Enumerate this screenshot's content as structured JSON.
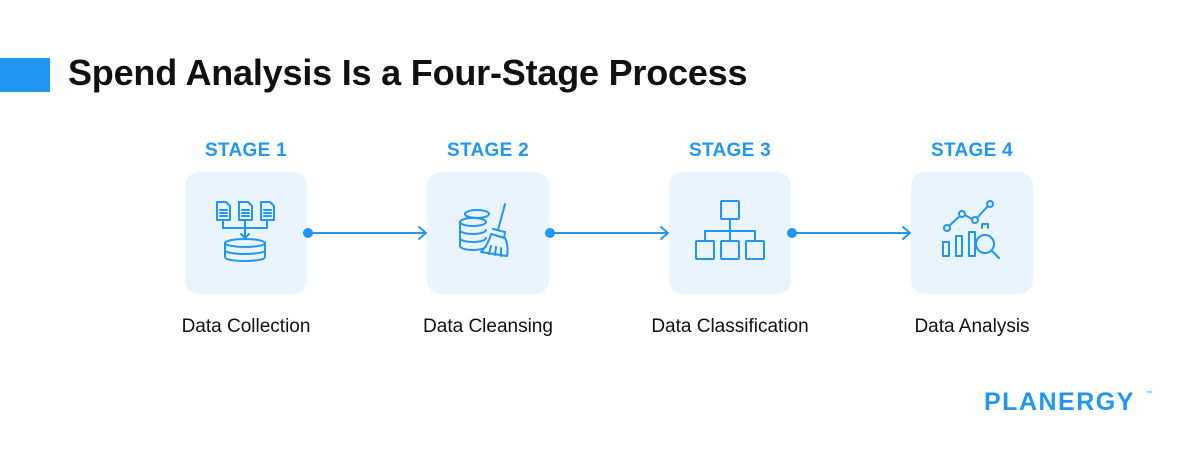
{
  "title": "Spend Analysis Is a Four-Stage Process",
  "stages": [
    {
      "label": "STAGE 1",
      "name": "Data Collection",
      "icon": "documents-database-icon"
    },
    {
      "label": "STAGE 2",
      "name": "Data Cleansing",
      "icon": "database-broom-icon"
    },
    {
      "label": "STAGE 3",
      "name": "Data Classification",
      "icon": "hierarchy-icon"
    },
    {
      "label": "STAGE 4",
      "name": "Data Analysis",
      "icon": "chart-magnifier-icon"
    }
  ],
  "logo": {
    "text": "PLANERGY",
    "trademark": "™"
  },
  "colors": {
    "accent": "#2196f3",
    "icon_bg": "#e9f4fe",
    "text": "#111111"
  }
}
